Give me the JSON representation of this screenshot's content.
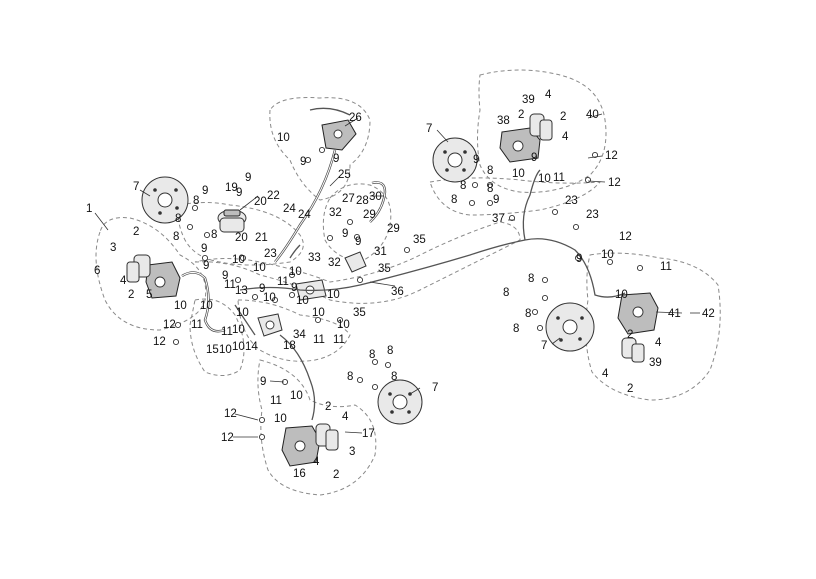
{
  "labels": {
    "n1": "1",
    "n2": "2",
    "n3": "3",
    "n4": "4",
    "n5": "5",
    "n6": "6",
    "n7": "7",
    "n8": "8",
    "n9": "9",
    "n10": "10",
    "n11": "11",
    "n12": "12",
    "n13": "13",
    "n14": "14",
    "n15": "15",
    "n16": "16",
    "n17": "17",
    "n18": "18",
    "n19": "19",
    "n20": "20",
    "n21": "21",
    "n22": "22",
    "n23": "23",
    "n24": "24",
    "n25": "25",
    "n26": "26",
    "n27": "27",
    "n28": "28",
    "n29": "29",
    "n30": "30",
    "n31": "31",
    "n32": "32",
    "n33": "33",
    "n34": "34",
    "n35": "35",
    "n36": "36",
    "n37": "37",
    "n38": "38",
    "n39": "39",
    "n40": "40",
    "n41": "41",
    "n42": "42"
  }
}
